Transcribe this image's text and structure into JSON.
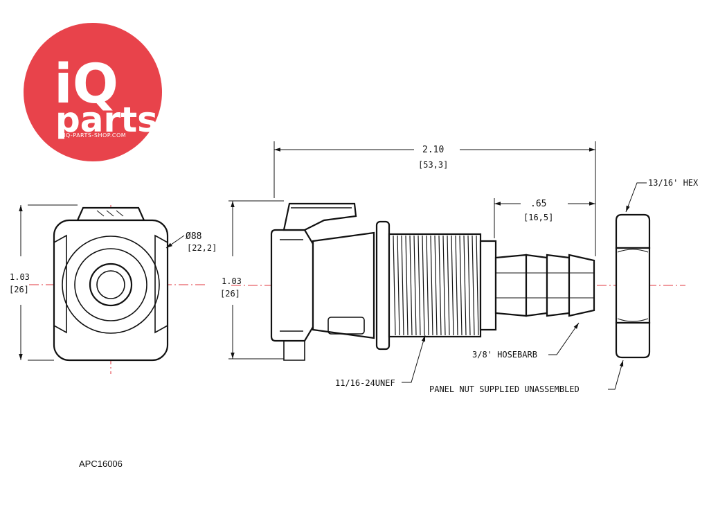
{
  "logo": {
    "line1": "iQ",
    "line2": "parts",
    "url": "IQ-PARTS-SHOP.COM",
    "color": "#e8434b"
  },
  "part_number": "APC16006",
  "colors": {
    "centerline": "#e0343c",
    "ink": "#111111"
  },
  "front_view": {
    "height_in": "1.03",
    "height_mm": "[26]",
    "diameter_in": "Ø88",
    "diameter_mm": "[22,2]"
  },
  "side_view": {
    "length_in": "2.10",
    "length_mm": "[53,3]",
    "height_in": "1.03",
    "height_mm": "[26]",
    "barb_in": ".65",
    "barb_mm": "[16,5]",
    "thread_label": "11/16-24UNEF",
    "hosebarb_label": "3/8' HOSEBARB",
    "hex_label": "13/16' HEX",
    "nut_label": "PANEL NUT SUPPLIED UNASSEMBLED"
  }
}
